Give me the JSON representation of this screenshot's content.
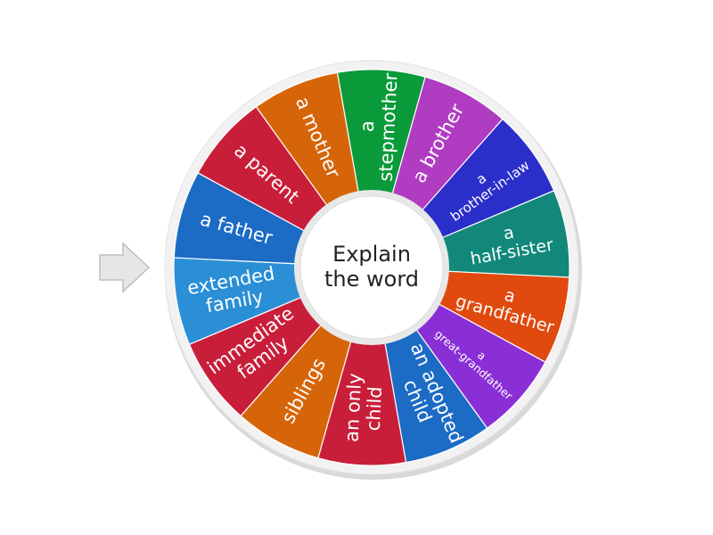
{
  "wheel": {
    "center_text": [
      "Explain",
      "the word"
    ],
    "pointer_color": "#e6e6e6",
    "rim_color": "#f2f2f2",
    "segments": [
      {
        "label": [
          "a",
          "stepmother"
        ],
        "color": "#0a9a3a"
      },
      {
        "label": [
          "a brother"
        ],
        "color": "#b03cc2"
      },
      {
        "label": [
          "a",
          "brother-in-law"
        ],
        "color": "#2b2fc9"
      },
      {
        "label": [
          "a",
          "half-sister"
        ],
        "color": "#12887a"
      },
      {
        "label": [
          "a",
          "grandfather"
        ],
        "color": "#e04a0e"
      },
      {
        "label": [
          "a",
          "great-grandfather"
        ],
        "color": "#8a2fd6"
      },
      {
        "label": [
          "an adopted",
          "child"
        ],
        "color": "#1c6bc4"
      },
      {
        "label": [
          "an only",
          "child"
        ],
        "color": "#c91e3a"
      },
      {
        "label": [
          "siblings"
        ],
        "color": "#d6650a"
      },
      {
        "label": [
          "immediate",
          "family"
        ],
        "color": "#c91e3a"
      },
      {
        "label": [
          "extended",
          "family"
        ],
        "color": "#2b8fd6"
      },
      {
        "label": [
          "a father"
        ],
        "color": "#1c6bc4"
      },
      {
        "label": [
          "a parent"
        ],
        "color": "#c91e3a"
      },
      {
        "label": [
          "a mother"
        ],
        "color": "#d6650a"
      }
    ]
  }
}
